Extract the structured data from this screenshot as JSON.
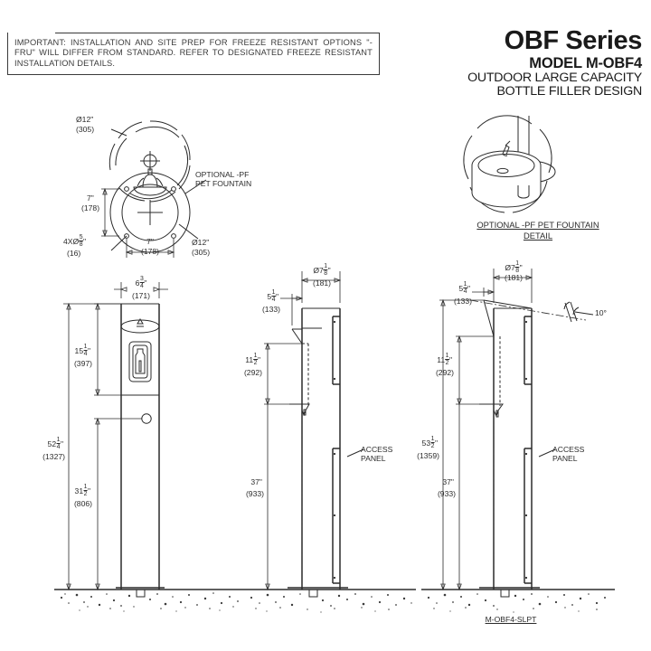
{
  "sheet": {
    "background": "#ffffff",
    "line_color": "#2b2b2b",
    "drawing_number": "M-OBF4-SLPT"
  },
  "note": {
    "text": "IMPORTANT: INSTALLATION AND SITE PREP FOR FREEZE RESISTANT OPTIONS \"-FRU\" WILL DIFFER FROM STANDARD. REFER TO DESIGNATED FREEZE RESISTANT INSTALLATION DETAILS."
  },
  "title_block": {
    "series": "OBF Series",
    "model": "MODEL M-OBF4",
    "subtitle_line1": "OUTDOOR LARGE CAPACITY",
    "subtitle_line2": "BOTTLE FILLER DESIGN"
  },
  "pet_detail": {
    "caption_line1": "OPTIONAL -PF PET FOUNTAIN",
    "caption_line2": "DETAIL"
  },
  "plan_view": {
    "dia_top_in": "Ø12\"",
    "dia_top_mm": "(305)",
    "dia_bottom_in": "Ø12\"",
    "dia_bottom_mm": "(305)",
    "vert_in": "7\"",
    "vert_mm": "(178)",
    "horiz_in": "7\"",
    "horiz_mm": "(178)",
    "hole_qty": "4X",
    "hole_dia_sym": "Ø",
    "hole_dia_whole": "",
    "hole_dia_num": "5",
    "hole_dia_den": "8",
    "hole_dia_unit": "\"",
    "hole_dia_mm": "(16)",
    "callout": "OPTIONAL -PF\nPET FOUNTAIN"
  },
  "front_view": {
    "width_whole": "6",
    "width_num": "3",
    "width_den": "4",
    "width_unit": "\"",
    "width_mm": "(171)",
    "filler_whole": "15",
    "filler_num": "1",
    "filler_den": "4",
    "filler_unit": "\"",
    "filler_mm": "(397)",
    "overall_whole": "52",
    "overall_num": "1",
    "overall_den": "4",
    "overall_unit": "\"",
    "overall_mm": "(1327)",
    "button_whole": "31",
    "button_num": "1",
    "button_den": "2",
    "button_unit": "\"",
    "button_mm": "(806)"
  },
  "side_view": {
    "dia_sym": "Ø7",
    "dia_num": "1",
    "dia_den": "8",
    "dia_unit": "\"",
    "dia_mm": "(181)",
    "proj_whole": "5",
    "proj_num": "1",
    "proj_den": "4",
    "proj_unit": "\"",
    "proj_mm": "(133)",
    "spout_whole": "11",
    "spout_num": "1",
    "spout_den": "2",
    "spout_unit": "\"",
    "spout_mm": "(292)",
    "bubbler_in": "37\"",
    "bubbler_mm": "(933)",
    "access_panel": "ACCESS\nPANEL"
  },
  "slpt_view": {
    "dia_sym": "Ø7",
    "dia_num": "1",
    "dia_den": "8",
    "dia_unit": "\"",
    "dia_mm": "(181)",
    "proj_whole": "5",
    "proj_num": "1",
    "proj_den": "4",
    "proj_unit": "\"",
    "proj_mm": "(133)",
    "angle": "10°",
    "spout_whole": "11",
    "spout_num": "1",
    "spout_den": "2",
    "spout_unit": "\"",
    "spout_mm": "(292)",
    "overall_whole": "53",
    "overall_num": "1",
    "overall_den": "2",
    "overall_unit": "\"",
    "overall_mm": "(1359)",
    "bubbler_in": "37\"",
    "bubbler_mm": "(933)",
    "access_panel": "ACCESS\nPANEL"
  }
}
